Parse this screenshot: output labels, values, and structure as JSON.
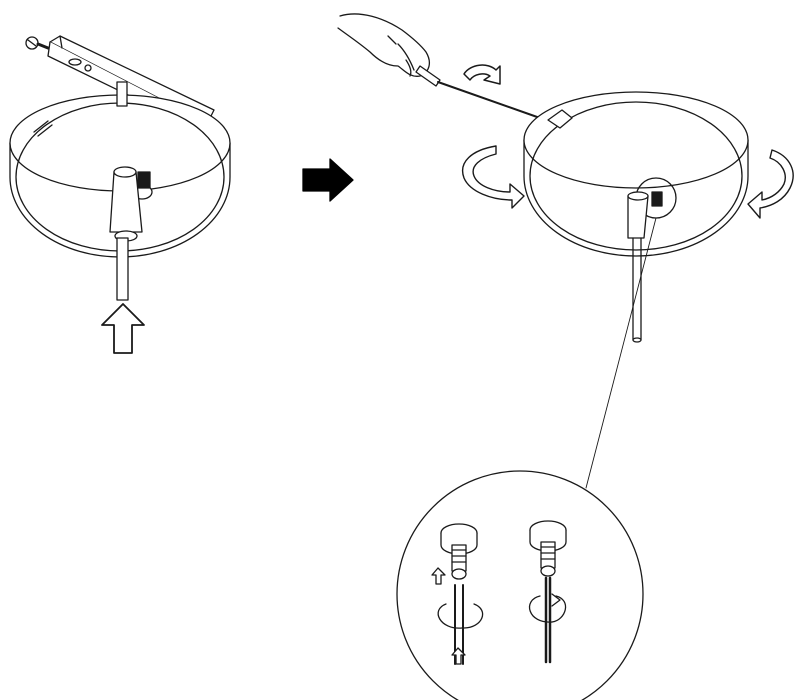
{
  "diagram": {
    "kind": "assembly-instruction",
    "labels": [],
    "colors": {
      "line": "#1a1a1a",
      "fill": "#ffffff",
      "arrow": "#000000"
    },
    "steps": [
      {
        "name": "step-1",
        "parts": [
          "mounting-bracket",
          "screw",
          "ceiling-canopy",
          "cable-gripper",
          "set-screw",
          "suspension-cable",
          "push-up-arrow"
        ]
      },
      {
        "name": "step-2",
        "parts": [
          "hand",
          "screwdriver",
          "rotation-arrow",
          "ceiling-canopy",
          "cable-gripper",
          "suspension-cable",
          "canopy-rotation-arrows"
        ]
      },
      {
        "name": "detail",
        "parts": [
          "detail-magnifier",
          "gripper-detail-insert",
          "gripper-detail-twist"
        ]
      }
    ],
    "icons": [
      "next-step-arrow-icon",
      "push-arrow-icon",
      "rotate-arrow-icon",
      "hand-icon",
      "screwdriver-icon"
    ]
  }
}
